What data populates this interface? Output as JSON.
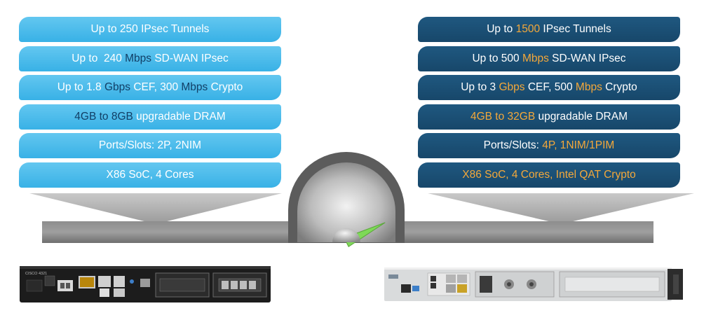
{
  "left_specs": [
    [
      {
        "t": "Up to 250 IPsec Tunnels",
        "h": false
      }
    ],
    [
      {
        "t": "Up to  240 ",
        "h": false
      },
      {
        "t": "Mbps",
        "h": true
      },
      {
        "t": " SD-WAN IPsec",
        "h": false
      }
    ],
    [
      {
        "t": "Up to 1.8 ",
        "h": false
      },
      {
        "t": "Gbps",
        "h": true
      },
      {
        "t": " CEF, 300 ",
        "h": false
      },
      {
        "t": "Mbps",
        "h": true
      },
      {
        "t": " Crypto",
        "h": false
      }
    ],
    [
      {
        "t": "4GB to 8GB",
        "h": true
      },
      {
        "t": " upgradable DRAM",
        "h": false
      }
    ],
    [
      {
        "t": "Ports/Slots: 2P, 2NIM",
        "h": false
      }
    ],
    [
      {
        "t": "X86 SoC, 4 Cores",
        "h": false
      }
    ]
  ],
  "right_specs": [
    [
      {
        "t": "Up to ",
        "h": false
      },
      {
        "t": "1500",
        "h": true
      },
      {
        "t": " IPsec Tunnels",
        "h": false
      }
    ],
    [
      {
        "t": "Up to 500 ",
        "h": false
      },
      {
        "t": "Mbps",
        "h": true
      },
      {
        "t": " SD-WAN IPsec",
        "h": false
      }
    ],
    [
      {
        "t": "Up to 3 ",
        "h": false
      },
      {
        "t": "Gbps",
        "h": true
      },
      {
        "t": " CEF, 500 ",
        "h": false
      },
      {
        "t": "Mbps",
        "h": true
      },
      {
        "t": " Crypto",
        "h": false
      }
    ],
    [
      {
        "t": "4GB to 32GB",
        "h": true
      },
      {
        "t": " upgradable DRAM",
        "h": false
      }
    ],
    [
      {
        "t": "Ports/Slots: ",
        "h": false
      },
      {
        "t": "4P, 1NIM/1PIM",
        "h": true
      }
    ],
    [
      {
        "t": "X86 SoC, 4 Cores, Intel QAT Crypto",
        "h": true
      }
    ]
  ],
  "left_device_label": "CISCO 4321",
  "gauge": {
    "level": 0.85,
    "needle_color": "#7ed957"
  },
  "colors": {
    "left_tile": "#38b1e6",
    "left_highlight": "#123f66",
    "right_tile": "#17476a",
    "right_highlight": "#f4a83a"
  }
}
